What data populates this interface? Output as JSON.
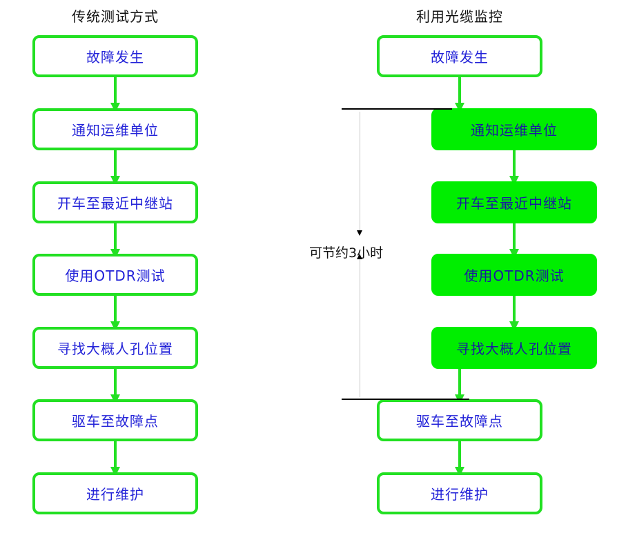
{
  "left_column": {
    "title": "传统测试方式",
    "steps": [
      "故障发生",
      "通知运维单位",
      "开车至最近中继站",
      "使用OTDR测试",
      "寻找大概人孔位置",
      "驱车至故障点",
      "进行维护"
    ]
  },
  "right_column": {
    "title": "利用光缆监控",
    "steps": [
      "故障发生",
      "通知运维单位",
      "开车至最近中继站",
      "使用OTDR测试",
      "寻找大概人孔位置",
      "驱车至故障点",
      "进行维护"
    ],
    "highlighted_steps": [
      1,
      2,
      3,
      4
    ]
  },
  "annotation": {
    "text": "可节约3小时"
  },
  "colors": {
    "box_border": "#22e022",
    "box_fill_highlight": "#00ee00",
    "step_text": "#2222d8",
    "arrow": "#22e022"
  }
}
